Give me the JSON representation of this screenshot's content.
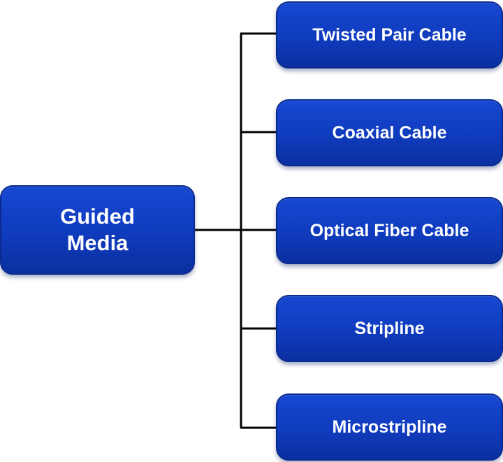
{
  "diagram": {
    "root": {
      "label": "Guided\nMedia"
    },
    "children": [
      {
        "label": "Twisted Pair Cable"
      },
      {
        "label": "Coaxial Cable"
      },
      {
        "label": "Optical Fiber Cable"
      },
      {
        "label": "Stripline"
      },
      {
        "label": "Microstripline"
      }
    ]
  },
  "colors": {
    "box_fill": "#1243c9",
    "box_border": "#0a2a8e",
    "text": "#ffffff",
    "connector": "#000000",
    "background": "#ffffff"
  }
}
